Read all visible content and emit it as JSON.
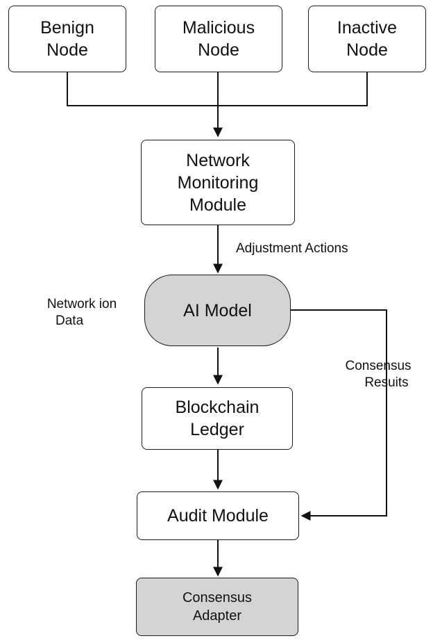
{
  "nodes": {
    "benign": [
      "Benign",
      "Node"
    ],
    "malicious": [
      "Malicious",
      "Node"
    ],
    "inactive": [
      "Inactive",
      "Node"
    ],
    "monitor": [
      "Network",
      "Monitoring",
      "Module"
    ],
    "ai": [
      "AI Model"
    ],
    "ledger": [
      "Blockchain",
      "Ledger"
    ],
    "audit": [
      "Audit Module"
    ],
    "adapter": [
      "Consensus",
      "Adapter"
    ]
  },
  "labels": {
    "adjustment": [
      "Adjustment Actions"
    ],
    "network_data": [
      "Network ion",
      "Data"
    ],
    "consensus_results": [
      "Consensus",
      "Resuits"
    ]
  }
}
